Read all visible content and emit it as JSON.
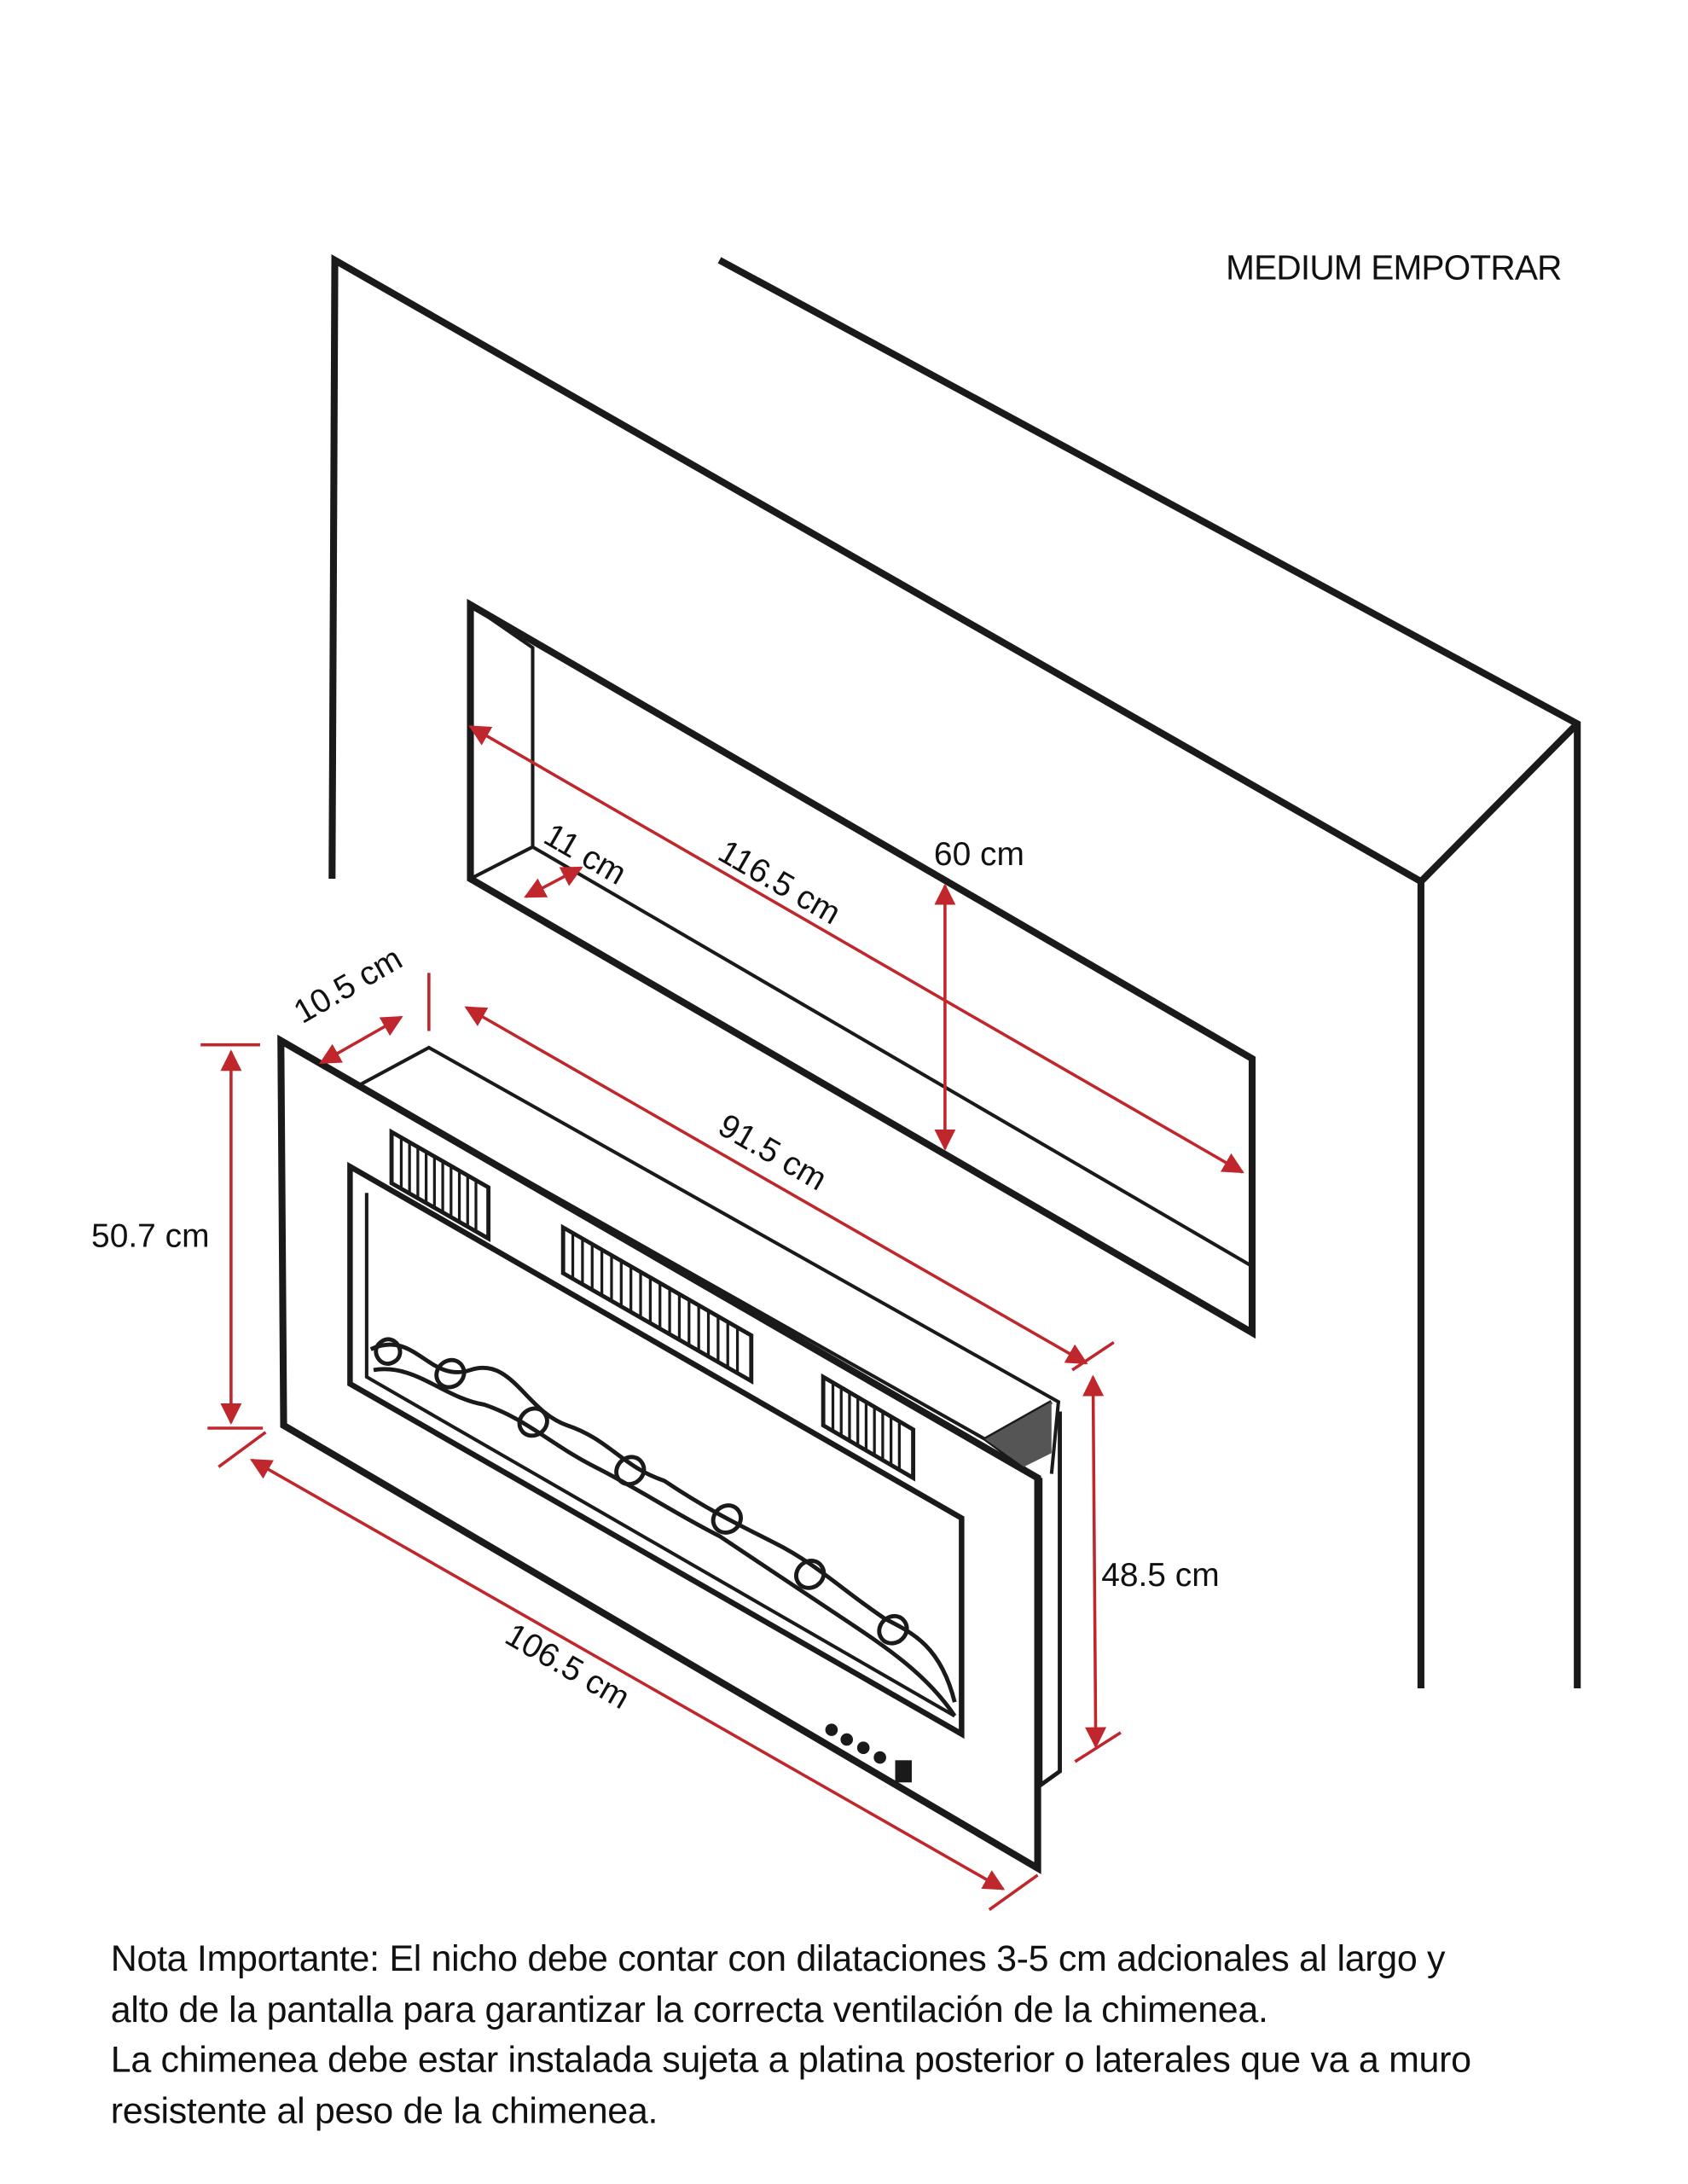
{
  "title": "MEDIUM EMPOTRAR",
  "colors": {
    "dimension": "#c0272d",
    "line": "#1a1a1a"
  },
  "dimensions": {
    "niche_depth": "11 cm",
    "niche_width": "116.5 cm",
    "niche_height": "60  cm",
    "unit_depth": "10.5 cm",
    "unit_top_width": "91.5 cm",
    "unit_height": "50.7 cm",
    "unit_width": "106.5 cm",
    "unit_body_height": "48.5 cm"
  },
  "note": {
    "lines": [
      "Nota Importante: El nicho debe contar con dilataciones 3-5 cm adcionales al largo y",
      "alto de la pantalla para garantizar la correcta ventilación de la chimenea.",
      "La chimenea debe estar instalada sujeta a platina posterior o laterales que va a muro",
      "resistente al peso de la chimenea."
    ]
  }
}
